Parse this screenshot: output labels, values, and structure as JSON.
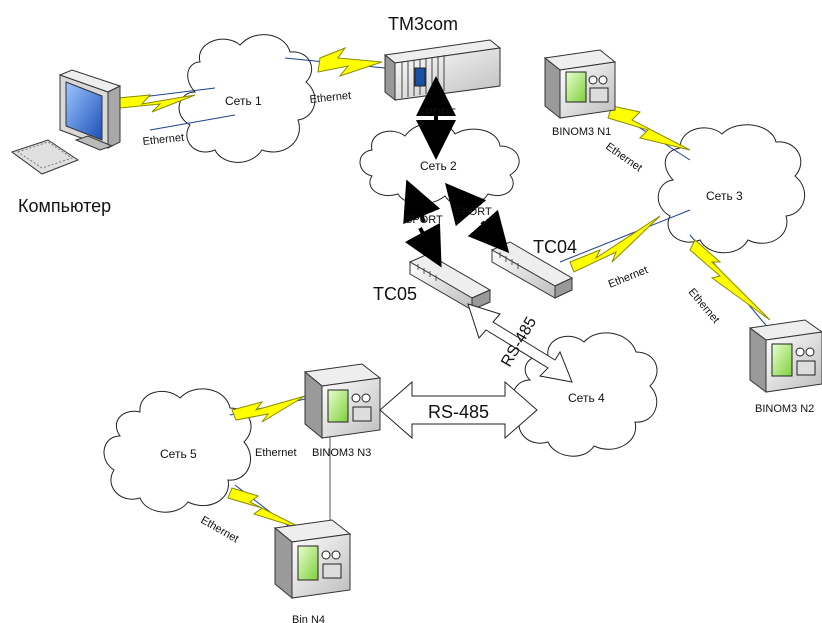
{
  "title": "ТМ3com",
  "labels": {
    "computer": "Компьютер",
    "net1": "Сеть 1",
    "net2": "Сеть 2",
    "net3": "Сеть 3",
    "net4": "Сеть 4",
    "net5": "Сеть 5",
    "tc04": "TC04",
    "tc05": "TC05",
    "binom1": "BINOM3 N1",
    "binom2": "BINOM3 N2",
    "binom3": "BINOM3 N3",
    "binom4": "Bin N4",
    "eth_pc": "Ethernet",
    "eth_tm3": "Ethernet",
    "eth_binom1": "Ethernet",
    "eth_tc04": "Ethernet",
    "eth_binom2": "Ethernet",
    "eth_binom3": "Ethernet",
    "eth_binom4": "Ethernet",
    "sport_top": "SPORT",
    "sport_left": "SPORT",
    "sport_right": "SPORT",
    "rs485_diag": "RS-485",
    "rs485_horiz": "RS-485"
  },
  "colors": {
    "bolt": "#ffff00",
    "bolt_stroke": "#8a8a00",
    "link": "#1f3f8f",
    "device_body": "#e6e6e6"
  }
}
